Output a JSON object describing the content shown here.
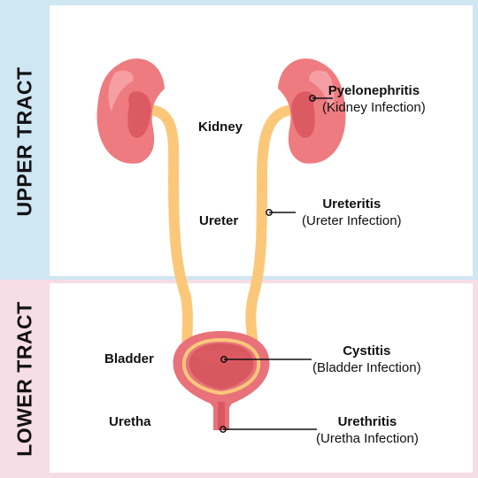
{
  "sections": {
    "upper": {
      "label": "UPPER TRACT"
    },
    "lower": {
      "label": "LOWER TRACT"
    }
  },
  "anatomy": {
    "kidney": "Kidney",
    "ureter": "Ureter",
    "bladder": "Bladder",
    "urethra": "Uretha"
  },
  "infections": [
    {
      "title": "Pyelonephritis",
      "subtitle": "(Kidney Infection)"
    },
    {
      "title": "Ureteritis",
      "subtitle": "(Ureter Infection)"
    },
    {
      "title": "Cystitis",
      "subtitle": "(Bladder Infection)"
    },
    {
      "title": "Urethritis",
      "subtitle": "(Uretha Infection)"
    }
  ],
  "colors": {
    "upper_band": "#cfe6f3",
    "lower_band": "#f7dde5",
    "kidney": "#ee7b7f",
    "kidney_dark": "#dc5a62",
    "kidney_light": "#f59ea3",
    "ureter": "#fbc87a",
    "bladder": "#e8717a",
    "bladder_inner": "#d8585f",
    "pointer": "#111111"
  }
}
